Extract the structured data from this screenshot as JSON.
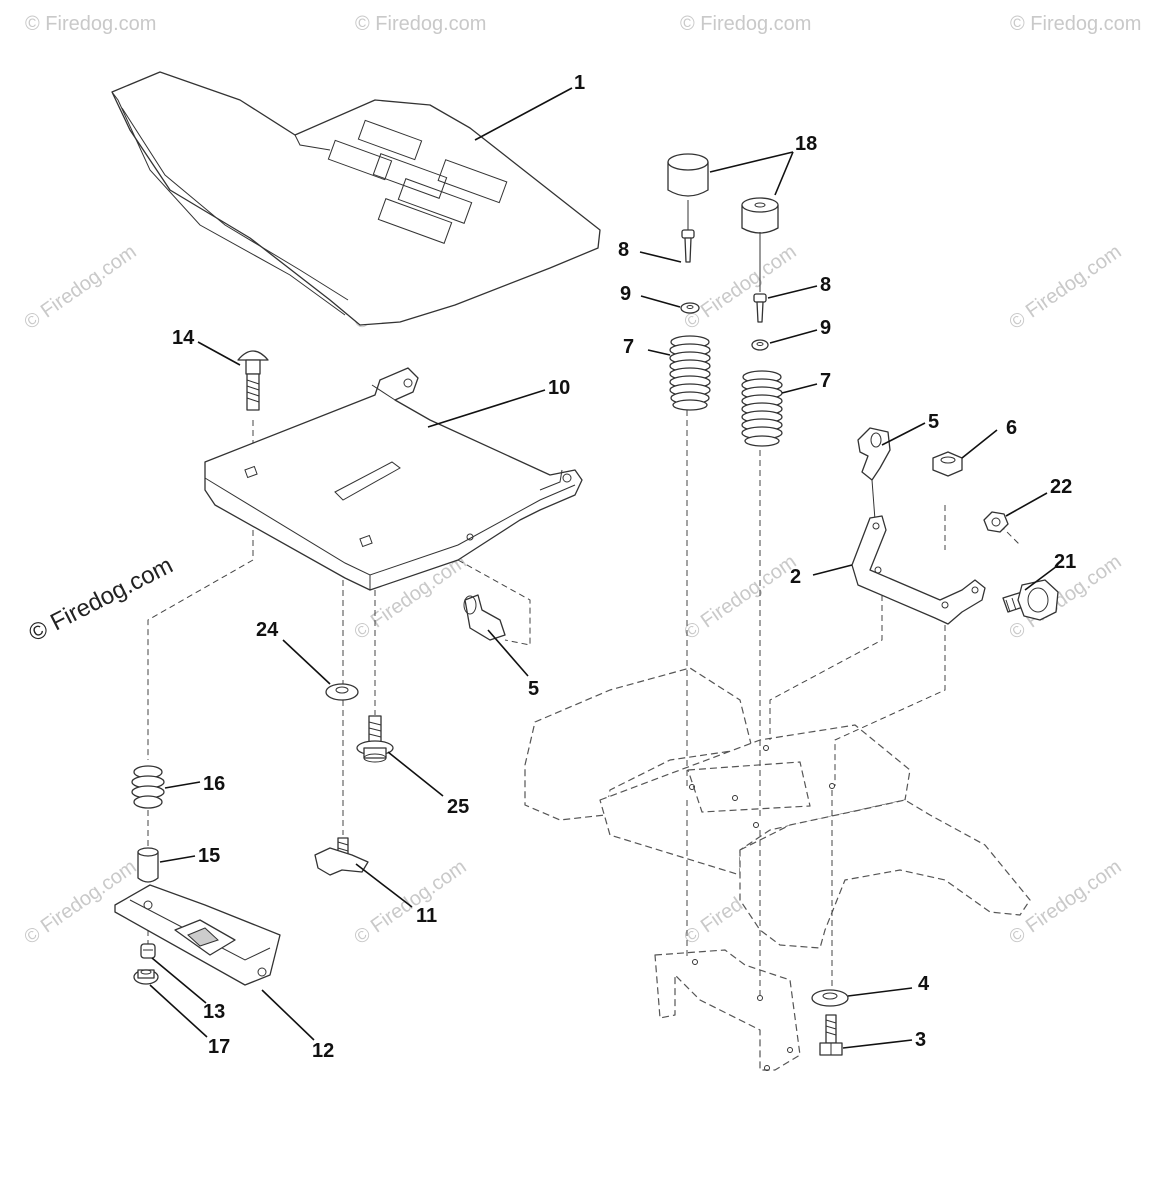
{
  "watermark": {
    "text": "© Firedog.com",
    "main_text": "© Firedog.com"
  },
  "callouts": {
    "seat": "1",
    "seat_pan": "10",
    "carriage_bolt": "14",
    "seat_spring": "16",
    "spacer": "15",
    "slide_bracket": "12",
    "screw": "13",
    "nut": "17",
    "washer_24": "24",
    "bolt_25": "25",
    "knob": "11",
    "clip_left": "5",
    "bumpers": "18",
    "screw_left": "8",
    "screw_right": "8",
    "washer_left": "9",
    "washer_right": "9",
    "spring_left": "7",
    "spring_right": "7",
    "clip_right": "5",
    "locknut": "6",
    "nut_22": "22",
    "shoulder_bolt": "21",
    "bracket": "2",
    "washer_4": "4",
    "bolt_3": "3"
  }
}
